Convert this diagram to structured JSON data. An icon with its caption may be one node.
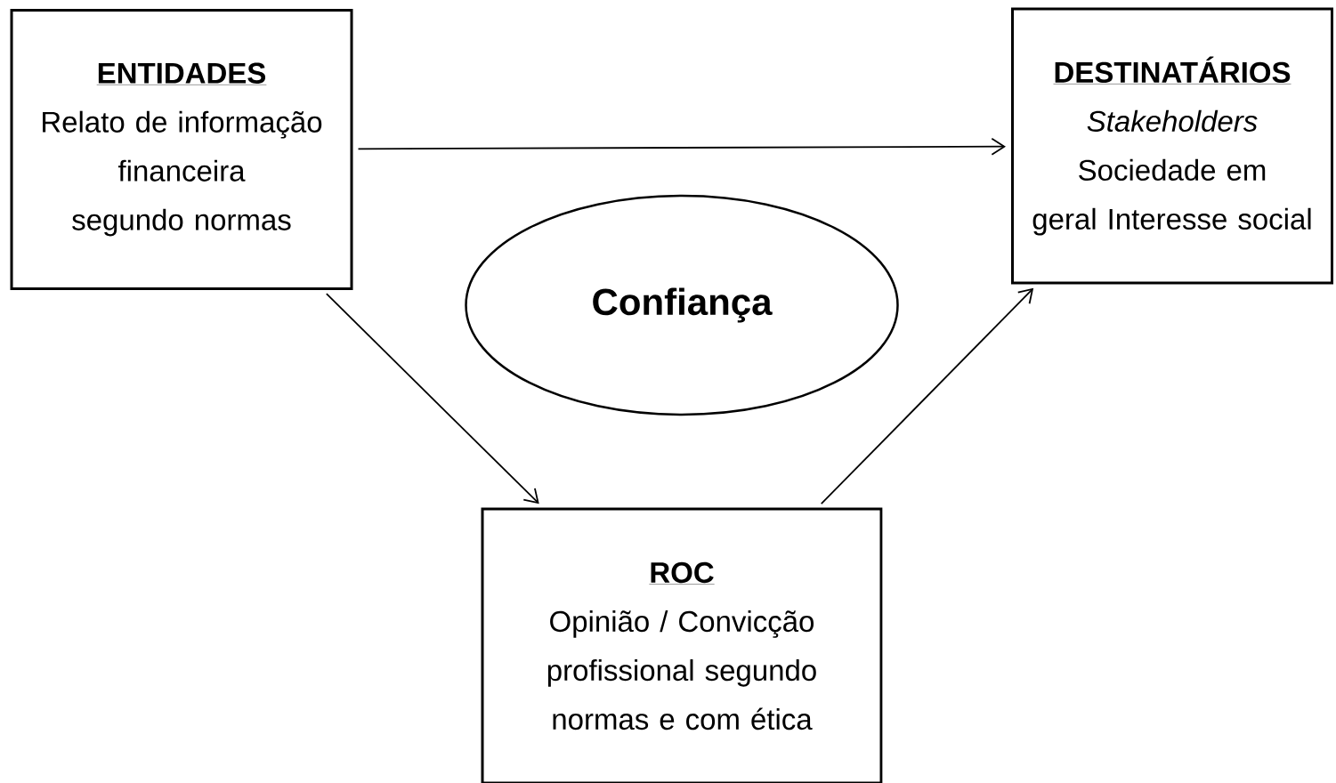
{
  "diagram": {
    "nodes": [
      {
        "text": [
          "ENTIDADES",
          "Relato de informação financeira segundo normas"
        ]
      },
      {
        "text": [
          "DESTINATÁRIOS",
          "*Stakeholders* Sociedade em geral Interesse social"
        ]
      },
      {
        "text": [
          "Confiança"
        ]
      },
      {
        "text": [
          "ROC",
          "Opinião / Convicção profissional segundo normas e com ética"
        ]
      }
    ],
    "edges": [
      {
        "from": 0,
        "to": 1,
        "arrow": "to"
      },
      {
        "from": 0,
        "to": 3,
        "arrow": "to"
      },
      {
        "from": 3,
        "to": 1,
        "arrow": "to"
      }
    ]
  }
}
